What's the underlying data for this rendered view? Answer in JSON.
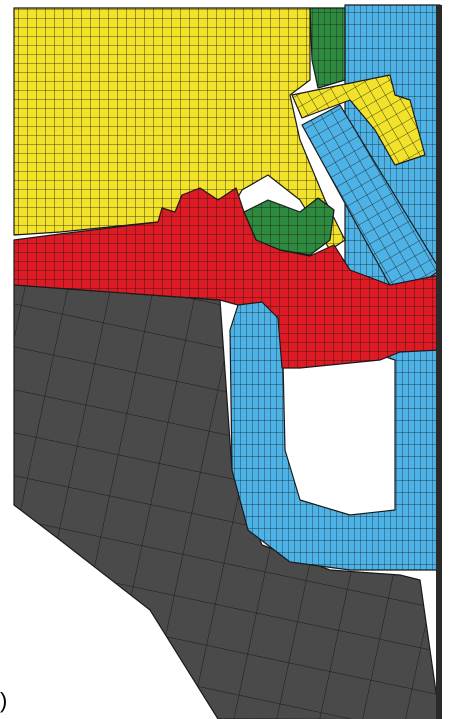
{
  "figure": {
    "panel_label": ")",
    "colors": {
      "yellow_part": "#f2e32a",
      "red_part": "#de1a24",
      "green_part": "#2d8a3e",
      "blue_part": "#4db3e6",
      "gray_part": "#4a4a4a",
      "mesh_line": "#1a1a1a",
      "background": "#ffffff"
    },
    "regions": [
      "yellow-mesh-region",
      "green-mesh-region",
      "red-mesh-region",
      "blue-mesh-region",
      "gray-mesh-region"
    ]
  }
}
